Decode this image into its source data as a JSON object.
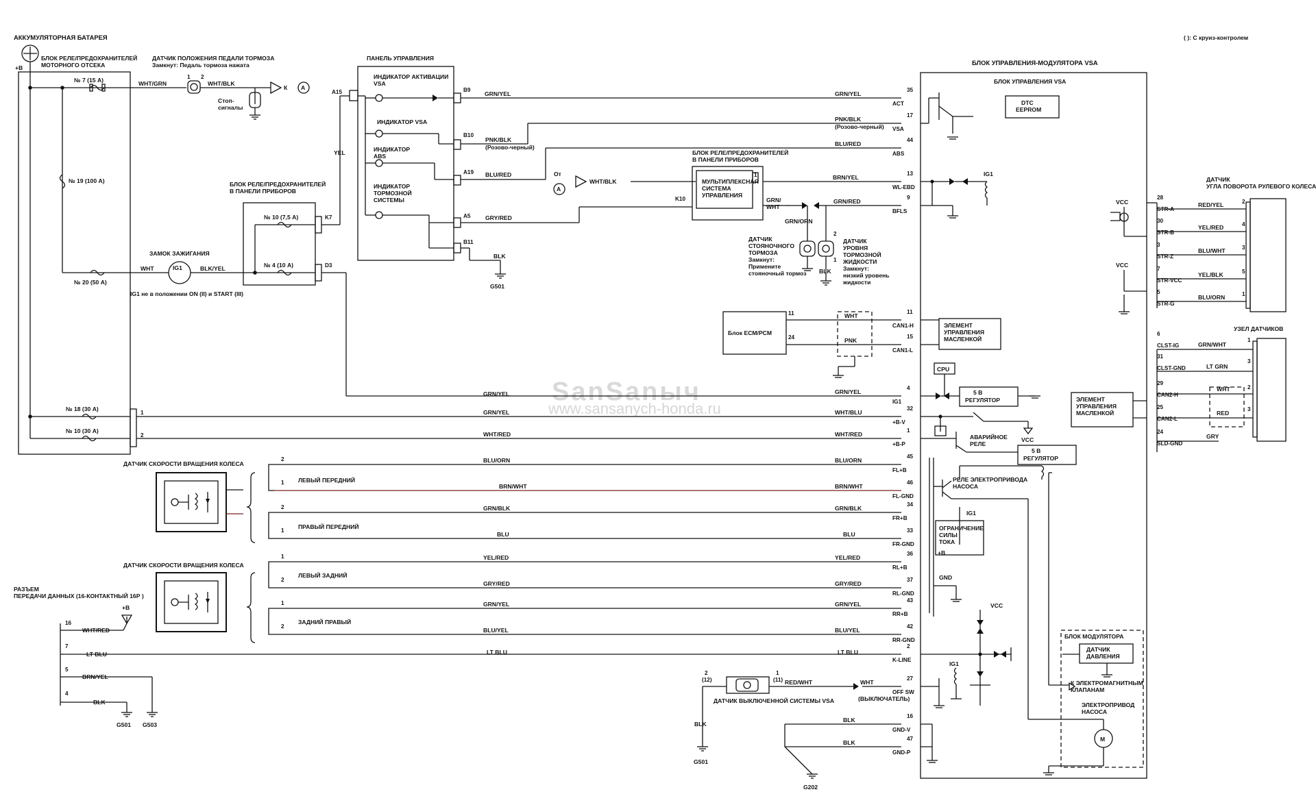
{
  "watermark": {
    "line1": "SanSanыч",
    "line2": "www.sansanych-honda.ru"
  },
  "header": {
    "battery": "АККУМУЛЯТОРНАЯ БАТАРЕЯ",
    "plus_b": "+B",
    "cruise_note": "( ): С круиз-контролем"
  },
  "underhood_box": {
    "title_line1": "БЛОК РЕЛЕ/ПРЕДОХРАНИТЕЛЕЙ",
    "title_line2": "МОТОРНОГО ОТСЕКА"
  },
  "fuses": {
    "f7": "№ 7 (15 А)",
    "f19": "№ 19 (100 А)",
    "f20": "№ 20 (50 А)",
    "f18": "№ 18 (30 А)",
    "f10": "№ 10 (30 А)",
    "f10_dash": "№ 10 (7,5 А)",
    "f4_dash": "№ 4 (10 А)"
  },
  "brake_switch": {
    "title": "ДАТЧИК ПОЛОЖЕНИЯ ПЕДАЛИ ТОРМОЗА",
    "note": "Замкнут: Педаль тормоза нажата",
    "pin1": "1",
    "pin2": "2",
    "wire_in": "WHT/GRN",
    "wire_out": "WHT/BLK",
    "lamps_line1": "Стоп-",
    "lamps_line2": "сигналы",
    "to": "К",
    "conn_a": "A"
  },
  "ignition": {
    "title": "ЗАМОК ЗАЖИГАНИЯ",
    "ig1": "IG1",
    "wire_in": "WHT",
    "wire_out": "BLK/YEL",
    "note": "IG1 не в положении ON (II) и START (III)"
  },
  "dash_box": {
    "title_line1": "БЛОК РЕЛЕ/ПРЕДОХРАНИТЕЛЕЙ",
    "title_line2": "В ПАНЕЛИ ПРИБОРОВ",
    "k7": "K7",
    "d3": "D3"
  },
  "gauge": {
    "title": "ПАНЕЛЬ УПРАВЛЕНИЯ",
    "ind_vsa_act_line1": "ИНДИКАТОР АКТИВАЦИИ",
    "ind_vsa_act_line2": "VSA",
    "ind_vsa": "ИНДИКАТОР VSA",
    "ind_abs_line1": "ИНДИКАТОР",
    "ind_abs_line2": "ABS",
    "ind_brake_line1": "ИНДИКАТОР",
    "ind_brake_line2": "ТОРМОЗНОЙ",
    "ind_brake_line3": "СИСТЕМЫ",
    "a15": "A15",
    "b9": "B9",
    "b10": "B10",
    "a19": "A19",
    "a5": "A5",
    "b11": "B11",
    "yel": "YEL",
    "blk": "BLK",
    "g501": "G501"
  },
  "gauge_wires": {
    "grn_yel": "GRN/YEL",
    "pnk_blk": "PNK/BLK",
    "pink_black": "(Розово-черный)",
    "blu_red": "BLU/RED",
    "gry_red": "GRY/RED",
    "from": "От",
    "conn_a": "A",
    "wht_blk": "WHT/BLK"
  },
  "mics": {
    "title_line1": "БЛОК РЕЛЕ/ПРЕДОХРАНИТЕЛЕЙ",
    "title_line2": "В ПАНЕЛИ ПРИБОРОВ",
    "inner_line1": "МУЛЬТИПЛЕКСНАЯ",
    "inner_line2": "СИСТЕМА",
    "inner_line3": "УПРАВЛЕНИЯ",
    "k10": "K10",
    "pin1": "1",
    "brn_yel": "BRN/YEL",
    "grn_wht_1": "GRN/",
    "grn_wht_2": "WHT",
    "grn_red": "GRN/RED"
  },
  "parking_brake": {
    "wire": "GRN/ORN",
    "line1": "ДАТЧИК",
    "line2": "СТОЯНОЧНОГО",
    "line3": "ТОРМОЗА",
    "line4": "Замкнут:",
    "line5": "Примените",
    "line6": "стояночный тормоз"
  },
  "brake_fluid": {
    "pin2": "2",
    "pin1": "1",
    "blk": "BLK",
    "line1": "ДАТЧИК",
    "line2": "УРОВНЯ",
    "line3": "ТОРМОЗНОЙ",
    "line4": "ЖИДКОСТИ",
    "line5": "Замкнут:",
    "line6": "низкий уровень",
    "line7": "жидкости"
  },
  "ecm": {
    "label": "Блок ECM/PCM",
    "pin11": "11",
    "pin24": "24",
    "wht": "WHT",
    "pnk": "PNK"
  },
  "vsa_unit": {
    "title": "БЛОК УПРАВЛЕНИЯ-МОДУЛЯТОРА VSA",
    "inner_title": "БЛОК УПРАВЛЕНИЯ VSA",
    "dtc_line1": "DTC",
    "dtc_line2": "EEPROM",
    "ig1": "IG1",
    "cpu": "CPU",
    "reg5_line1": "5 В",
    "reg5_line2": "РЕГУЛЯТОР",
    "vcc": "VCC",
    "fail_relay_line1": "АВАРИЙНОЕ",
    "fail_relay_line2": "РЕЛЕ",
    "pump_relay_line1": "РЕЛЕ ЭЛЕКТРОПРИВОДА",
    "pump_relay_line2": "НАСОСА",
    "current_line1": "ОГРАНИЧЕНИЕ",
    "current_line2": "СИЛЫ",
    "current_line3": "ТОКА",
    "plus_b": "+B",
    "gnd": "GND",
    "can_line1": "ЭЛЕМЕНТ",
    "can_line2": "УПРАВЛЕНИЯ",
    "can_line3": "МАСЛЕНКОЙ",
    "modulator": "БЛОК МОДУЛЯТОРА",
    "pressure_line1": "ДАТЧИК",
    "pressure_line2": "ДАВЛЕНИЯ",
    "solenoid_line1": "К ЭЛЕКТРОМАГНИТНЫМ",
    "solenoid_line2": "КЛАПАНАМ",
    "motor_line1": "ЭЛЕКТРОПРИВОД",
    "motor_line2": "НАСОСА",
    "motor": "M"
  },
  "pins_left": [
    {
      "pin": "35",
      "sig": "ACT",
      "wire": "GRN/YEL"
    },
    {
      "pin": "17",
      "sig": "VSA",
      "wire": "PNK/BLK"
    },
    {
      "pin": "44",
      "sig": "ABS",
      "wire": "BLU/RED"
    },
    {
      "pin": "13",
      "sig": "WL-EBD",
      "wire": "BRN/YEL"
    },
    {
      "pin": "9",
      "sig": "BFLS",
      "wire": "GRN/RED"
    },
    {
      "pin": "11",
      "sig": "CAN1-H",
      "wire": ""
    },
    {
      "pin": "15",
      "sig": "CAN1-L",
      "wire": ""
    },
    {
      "pin": "4",
      "sig": "IG1",
      "wire": "GRN/YEL"
    },
    {
      "pin": "32",
      "sig": "+B-V",
      "wire": "WHT/BLU"
    },
    {
      "pin": "1",
      "sig": "+B-P",
      "wire": "WHT/RED"
    },
    {
      "pin": "45",
      "sig": "FL+B",
      "wire": "BLU/ORN"
    },
    {
      "pin": "46",
      "sig": "FL-GND",
      "wire": "BRN/WHT"
    },
    {
      "pin": "34",
      "sig": "FR+B",
      "wire": "GRN/BLK"
    },
    {
      "pin": "33",
      "sig": "FR-GND",
      "wire": "BLU"
    },
    {
      "pin": "36",
      "sig": "RL+B",
      "wire": "YEL/RED"
    },
    {
      "pin": "37",
      "sig": "RL-GND",
      "wire": "GRY/RED"
    },
    {
      "pin": "43",
      "sig": "RR+B",
      "wire": "GRN/YEL"
    },
    {
      "pin": "42",
      "sig": "RR-GND",
      "wire": "BLU/YEL"
    },
    {
      "pin": "2",
      "sig": "K-LINE",
      "wire": "LT BLU"
    },
    {
      "pin": "27",
      "sig": "OFF SW",
      "wire": "WHT"
    },
    {
      "pin": "16",
      "sig": "GND-V",
      "wire": "BLK"
    },
    {
      "pin": "47",
      "sig": "GND-P",
      "wire": "BLK"
    }
  ],
  "offsw_note": "(ВЫКЛЮЧАТЕЛЬ)",
  "pins_right": [
    {
      "pin": "28",
      "sig": "STR-A"
    },
    {
      "pin": "30",
      "sig": "STR-B"
    },
    {
      "pin": "3",
      "sig": "STR-Z"
    },
    {
      "pin": "7",
      "sig": "STR-VCC"
    },
    {
      "pin": "5",
      "sig": "STR-G"
    },
    {
      "pin": "6",
      "sig": "CLST-IG"
    },
    {
      "pin": "31",
      "sig": "CLST-GND"
    },
    {
      "pin": "29",
      "sig": "CAN2-H"
    },
    {
      "pin": "25",
      "sig": "CAN2-L"
    },
    {
      "pin": "24",
      "sig": "SLD-GND"
    }
  ],
  "steering_sensor": {
    "title_line1": "ДАТЧИК",
    "title_line2": "УГЛА ПОВОРОТА РУЛЕВОГО КОЛЕСА",
    "wires": [
      "RED/YEL",
      "YEL/RED",
      "BLU/WHT",
      "YEL/BLK",
      "BLU/ORN"
    ],
    "pins": [
      "2",
      "4",
      "3",
      "5",
      "1"
    ],
    "vcc": "VCC"
  },
  "sensor_unit": {
    "title": "УЗЕЛ ДАТЧИКОВ",
    "wires": [
      "GRN/WHT",
      "LT GRN",
      "WHT",
      "RED",
      "GRY"
    ],
    "pins": [
      "1",
      "3",
      "2",
      "3"
    ],
    "can_line1": "ЭЛЕМЕНТ",
    "can_line2": "УПРАВЛЕНИЯ",
    "can_line3": "МАСЛЕНКОЙ"
  },
  "wheel_sensors": {
    "title_front": "ДАТЧИК СКОРОСТИ ВРАЩЕНИЯ КОЛЕСА",
    "title_rear": "ДАТЧИК СКОРОСТИ ВРАЩЕНИЯ КОЛЕСА",
    "lf": "ЛЕВЫЙ ПЕРЕДНИЙ",
    "rf": "ПРАВЫЙ ПЕРЕДНИЙ",
    "lr": "ЛЕВЫЙ ЗАДНИЙ",
    "rr": "ЗАДНИЙ ПРАВЫЙ",
    "pin2": "2",
    "pin1": "1"
  },
  "dlc": {
    "title_line1": "РАЗЪЕМ",
    "title_line2": "ПЕРЕДАЧИ ДАННЫХ (16-КОНТАКТНЫЙ 16Р )",
    "plus_b": "+B",
    "pins": [
      "16",
      "7",
      "5",
      "4"
    ],
    "wires": [
      "WHT/RED",
      "LT BLU",
      "BRN/YEL",
      "BLK"
    ],
    "g501": "G501",
    "g503": "G503"
  },
  "vsa_off": {
    "label": "ДАТЧИК ВЫКЛЮЧЕННОЙ СИСТЕМЫ VSA",
    "pin2": "2",
    "pin2b": "(12)",
    "pin1": "1",
    "pin1b": "(11)",
    "wire": "RED/WHT",
    "blk": "BLK",
    "g501": "G501",
    "g202": "G202"
  },
  "supply_pins": {
    "p1": "1",
    "p2": "2"
  }
}
